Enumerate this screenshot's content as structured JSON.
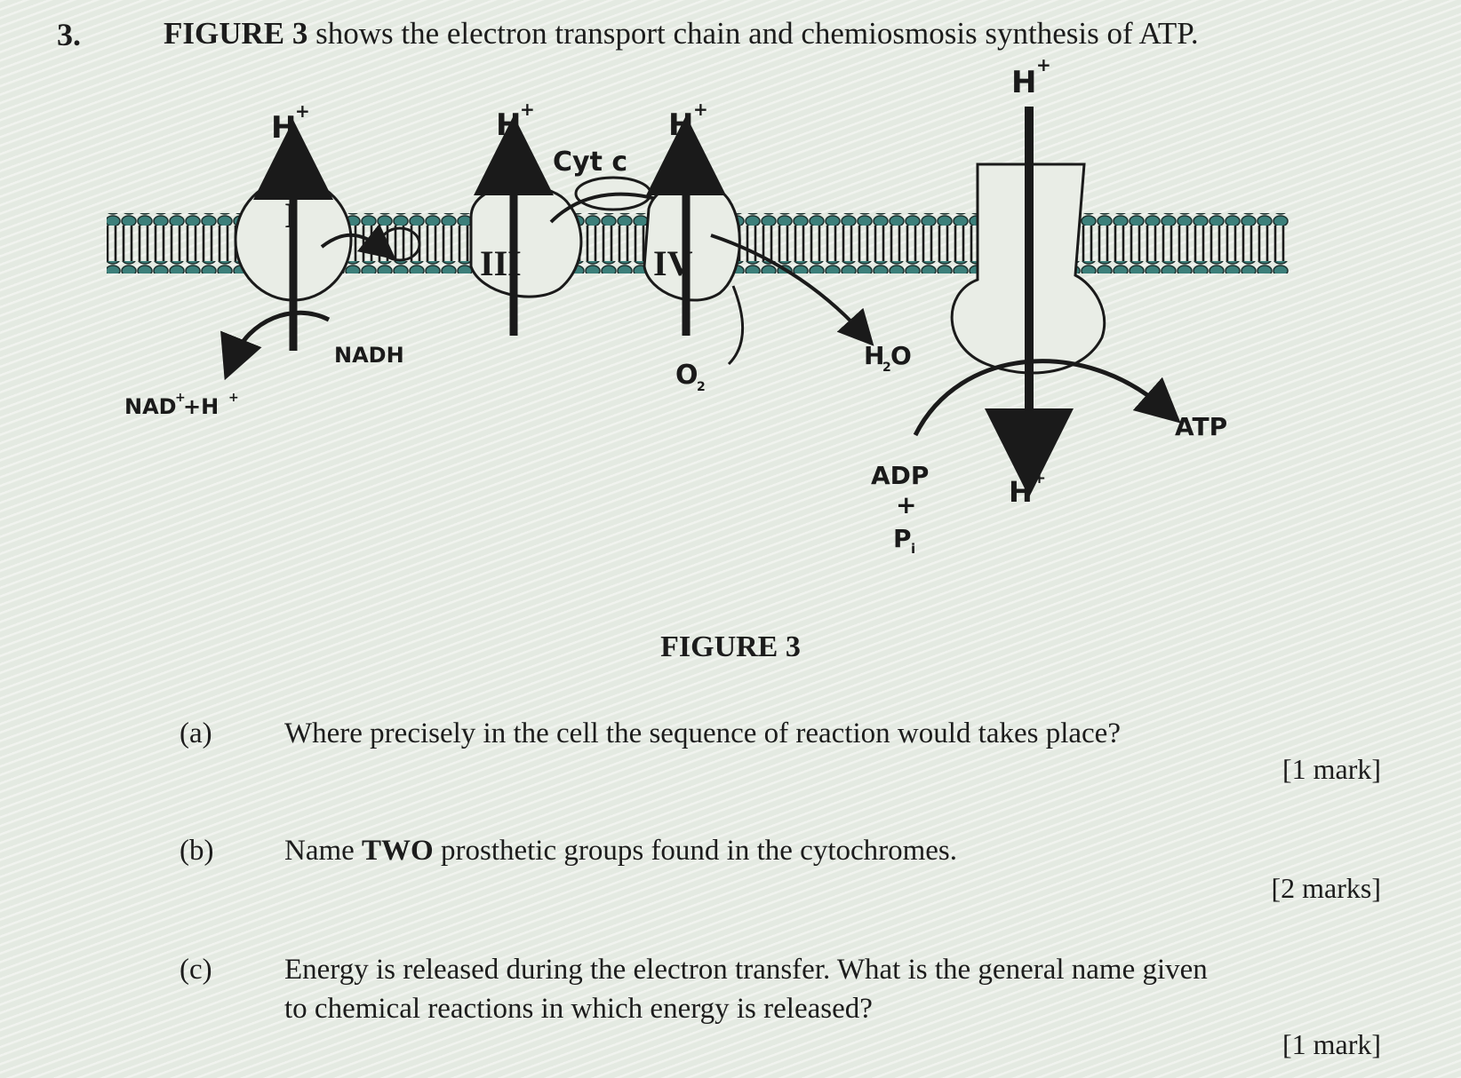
{
  "question": {
    "number": "3.",
    "intro_pre": "FIGURE 3",
    "intro_post": " shows the electron transport chain and chemiosmosis synthesis of ATP."
  },
  "diagram": {
    "labels": {
      "h_plus": "H",
      "cyt_c": "Cyt c",
      "complex_1": "I",
      "complex_3": "III",
      "complex_4": "IV",
      "nadh": "NADH",
      "nad_plus": "NAD",
      "plus_h": "+H",
      "o2": "O",
      "h2o": "H",
      "h2o_o": "O",
      "atp": "ATP",
      "adp": "ADP",
      "plus": "+",
      "pi": "P",
      "pi_sub": "i"
    }
  },
  "caption": "FIGURE 3",
  "parts": [
    {
      "label": "(a)",
      "text": "Where precisely in the cell the sequence of reaction would takes place?",
      "marks": "[1 mark]"
    },
    {
      "label": "(b)",
      "text_pre": "Name ",
      "text_bold": "TWO",
      "text_post": " prosthetic groups found in the cytochromes.",
      "marks": "[2 marks]"
    },
    {
      "label": "(c)",
      "text": "Energy is released during the electron transfer. What is the general name given",
      "text_line2": "to chemical reactions in which energy is released?",
      "marks": "[1 mark]"
    }
  ]
}
